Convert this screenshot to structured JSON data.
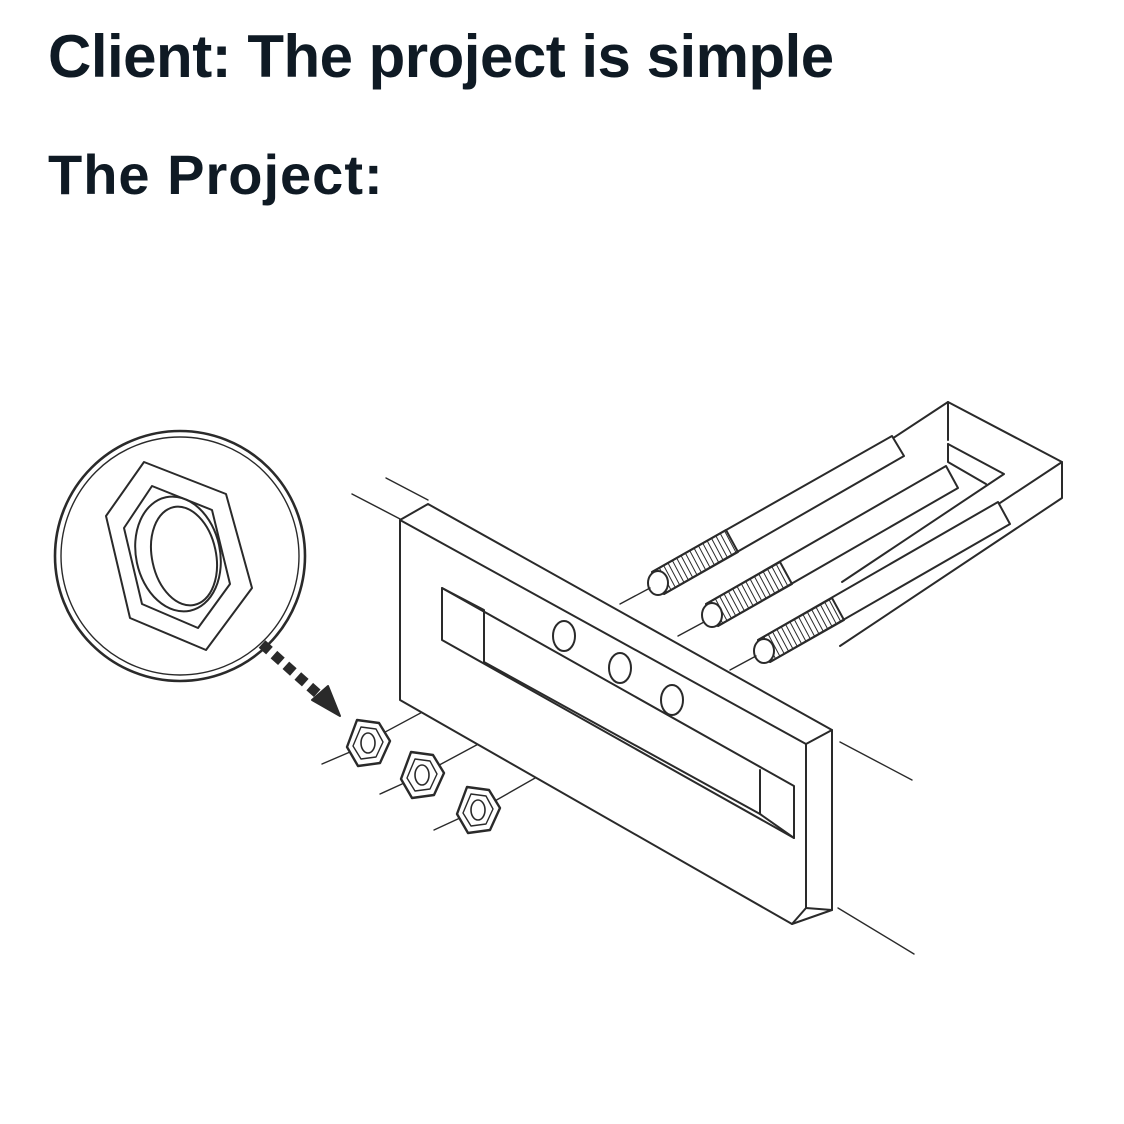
{
  "meme": {
    "line1": "Client: The project is simple",
    "line2": "The Project:"
  },
  "illustration": {
    "subject": "u-bolt-assembly-diagram",
    "bolt_count": 3,
    "nut_count": 3,
    "ink_color": "#2a2a2a"
  }
}
